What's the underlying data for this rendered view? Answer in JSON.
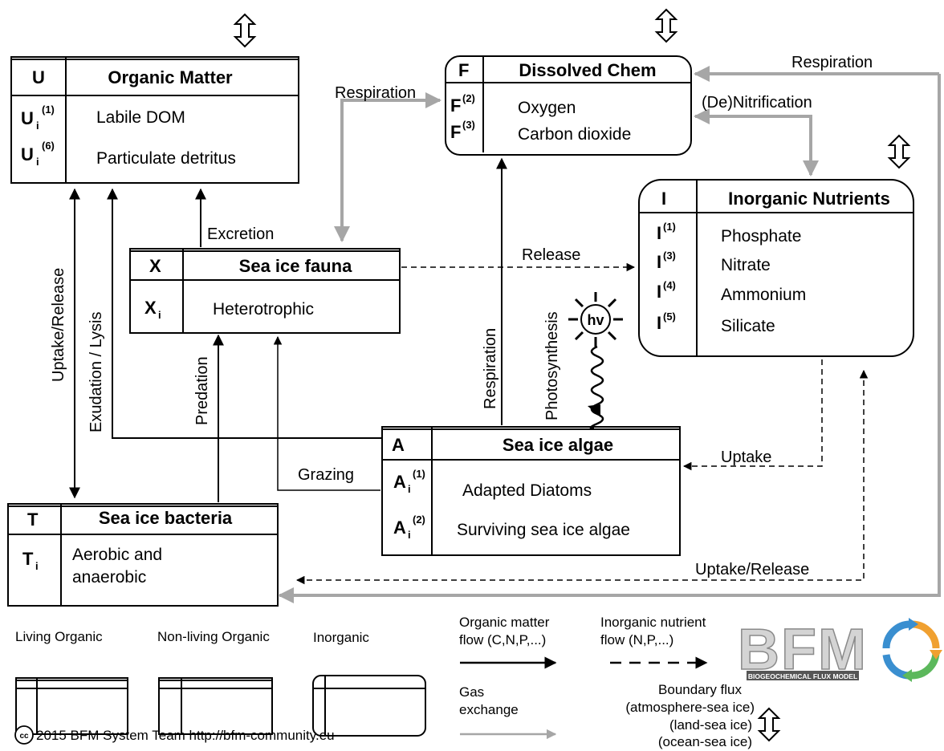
{
  "colors": {
    "black": "#000000",
    "gray_arrow": "#a6a6a6",
    "logo_gray": "#c8c8c8",
    "logo_blue": "#3a8fd0",
    "logo_green": "#5cb85c",
    "logo_orange": "#f0a030"
  },
  "boxes": {
    "organic_matter": {
      "symbol": "U",
      "title": "Organic Matter",
      "rows": [
        {
          "sym": "U",
          "sub": "i",
          "sup": "(1)",
          "label": "Labile DOM"
        },
        {
          "sym": "U",
          "sub": "i",
          "sup": "(6)",
          "label": "Particulate detritus"
        }
      ]
    },
    "dissolved_chem": {
      "symbol": "F",
      "title": "Dissolved Chem",
      "rows": [
        {
          "sym": "F",
          "sup": "(2)",
          "label": "Oxygen"
        },
        {
          "sym": "F",
          "sup": "(3)",
          "label": "Carbon dioxide"
        }
      ]
    },
    "inorganic_nutrients": {
      "symbol": "I",
      "title": "Inorganic Nutrients",
      "rows": [
        {
          "sym": "I",
          "sup": "(1)",
          "label": "Phosphate"
        },
        {
          "sym": "I",
          "sup": "(3)",
          "label": "Nitrate"
        },
        {
          "sym": "I",
          "sup": "(4)",
          "label": "Ammonium"
        },
        {
          "sym": "I",
          "sup": "(5)",
          "label": "Silicate"
        }
      ]
    },
    "sea_ice_fauna": {
      "symbol": "X",
      "title": "Sea ice fauna",
      "rows": [
        {
          "sym": "X",
          "sub": "i",
          "label": "Heterotrophic"
        }
      ]
    },
    "sea_ice_algae": {
      "symbol": "A",
      "title": "Sea ice algae",
      "rows": [
        {
          "sym": "A",
          "sub": "i",
          "sup": "(1)",
          "label": "Adapted Diatoms"
        },
        {
          "sym": "A",
          "sub": "i",
          "sup": "(2)",
          "label": "Surviving sea ice algae"
        }
      ]
    },
    "sea_ice_bacteria": {
      "symbol": "T",
      "title": "Sea ice bacteria",
      "rows": [
        {
          "sym": "T",
          "sub": "i",
          "label_line1": "Aerobic and",
          "label_line2": "anaerobic"
        }
      ]
    }
  },
  "flows": {
    "respiration_top_right": "Respiration",
    "respiration_fauna": "Respiration",
    "denitrification": "(De)Nitrification",
    "excretion": "Excretion",
    "release": "Release",
    "uptake_release_left": "Uptake/Release",
    "exudation_lysis": "Exudation  /  Lysis",
    "predation": "Predation",
    "respiration_algae": "Respiration",
    "photosynthesis": "Photosynthesis",
    "hv": "hv",
    "grazing": "Grazing",
    "uptake": "Uptake",
    "uptake_release_bottom": "Uptake/Release"
  },
  "legend": {
    "living_organic": "Living  Organic",
    "nonliving_organic": "Non-living  Organic",
    "inorganic": "Inorganic",
    "organic_flow_line1": "Organic matter",
    "organic_flow_line2": "flow (C,N,P,...)",
    "inorganic_flow_line1": "Inorganic nutrient",
    "inorganic_flow_line2": "flow (N,P,...)",
    "gas_line1": "Gas",
    "gas_line2": "exchange",
    "boundary_line1": "Boundary flux",
    "boundary_line2": "(atmosphere-sea ice)",
    "boundary_line3": "(land-sea ice)",
    "boundary_line4": "(ocean-sea ice)",
    "copyright": "2015 BFM System Team http://bfm-community.eu",
    "cc_symbol": "cc"
  },
  "logo": {
    "text": "BFM",
    "tagline": "BIOGEOCHEMICAL FLUX MODEL"
  }
}
